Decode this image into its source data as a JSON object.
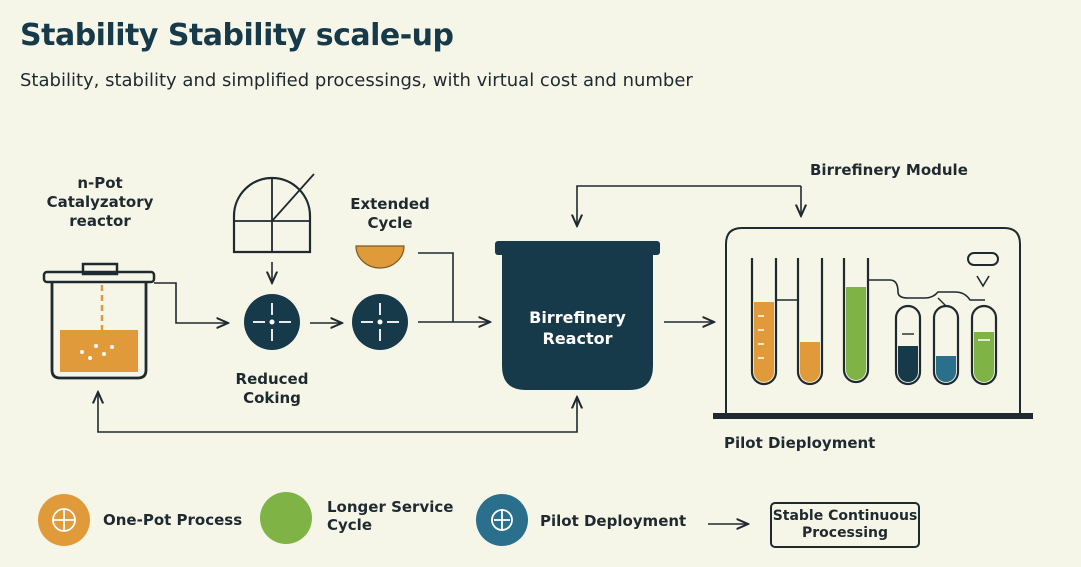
{
  "header": {
    "title": "Stability Stability scale-up",
    "subtitle": "Stability, stability and simplified processings, with virtual cost and number"
  },
  "diagram": {
    "one_pot_label_line1": "n-Pot",
    "one_pot_label_line2": "Catalyzatory",
    "one_pot_label_line3": "reactor",
    "extended_cycle_line1": "Extended",
    "extended_cycle_line2": "Cycle",
    "reduced_coking_line1": "Reduced",
    "reduced_coking_line2": "Coking",
    "reactor_line1": "Birrefinery",
    "reactor_line2": "Reactor",
    "module_label": "Birrefinery Module",
    "pilot_label": "Pilot Dieployment"
  },
  "legend": {
    "one_pot": "One-Pot Process",
    "longer_line1": "Longer Service",
    "longer_line2": "Cycle",
    "pilot": "Pilot Deployment",
    "stable_line1": "Stable Continuous",
    "stable_line2": "Processing"
  },
  "colors": {
    "navy": "#173a4a",
    "orange": "#e09a3a",
    "green": "#7fb346",
    "teal": "#2a6f8c",
    "background": "#f6f6e8"
  }
}
